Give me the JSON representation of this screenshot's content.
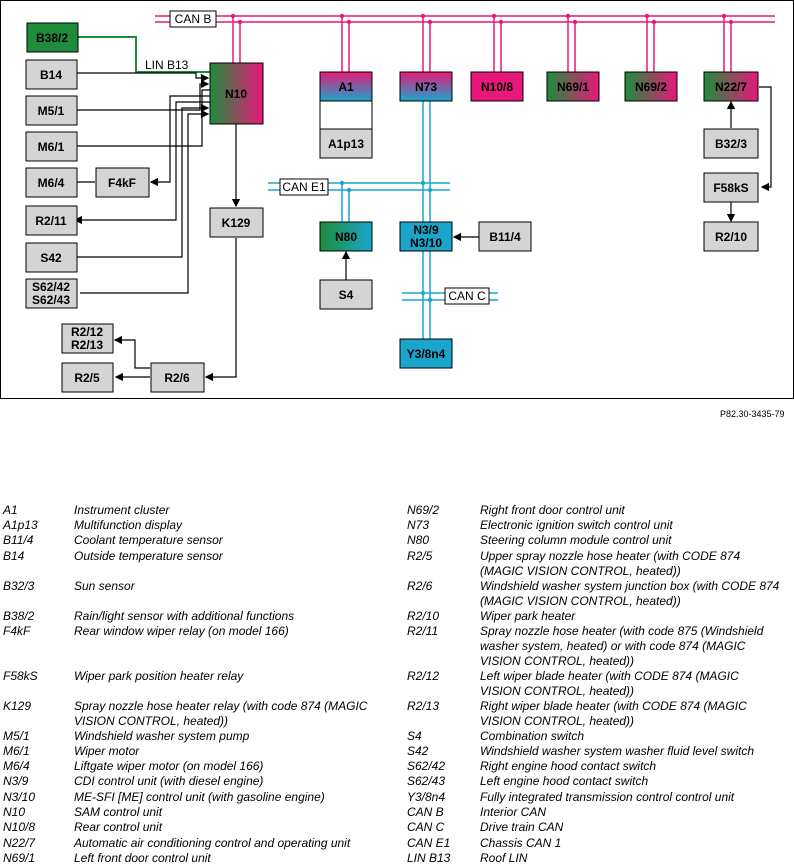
{
  "diagram": {
    "components": {
      "B38_2": "B38/2",
      "B14": "B14",
      "M5_1": "M5/1",
      "M6_1": "M6/1",
      "M6_4": "M6/4",
      "F4kF": "F4kF",
      "R2_11": "R2/11",
      "S42": "S42",
      "S62": "S62/42\nS62/43",
      "N10": "N10",
      "K129": "K129",
      "R2_12": "R2/12\nR2/13",
      "R2_5": "R2/5",
      "R2_6": "R2/6",
      "A1": "A1",
      "A1p13": "A1p13",
      "N73": "N73",
      "N10_8": "N10/8",
      "N69_1": "N69/1",
      "N69_2": "N69/2",
      "N22_7": "N22/7",
      "B32_3": "B32/3",
      "F58kS": "F58kS",
      "R2_10": "R2/10",
      "N80": "N80",
      "N3_9": "N3/9\nN3/10",
      "B11_4": "B11/4",
      "S4": "S4",
      "Y3_8n4": "Y3/8n4"
    },
    "bus_labels": {
      "can_b": "CAN B",
      "can_e1": "CAN E1",
      "can_c": "CAN C",
      "lin_b13": "LIN B13"
    },
    "colors": {
      "can_b": "#e8187a",
      "can_e1": "#1aa6cc",
      "lin": "#1e8c3a"
    }
  },
  "figure_ref": "P82.30-3435-79",
  "legend": {
    "left": [
      {
        "code": "A1",
        "desc": "Instrument cluster"
      },
      {
        "code": "A1p13",
        "desc": "Multifunction display"
      },
      {
        "code": "B11/4",
        "desc": "Coolant temperature sensor"
      },
      {
        "code": "B14",
        "desc": "Outside temperature sensor"
      },
      {
        "code": "B32/3",
        "desc": "Sun sensor"
      },
      {
        "code": "B38/2",
        "desc": "Rain/light sensor with additional functions"
      },
      {
        "code": "F4kF",
        "desc": "Rear window wiper relay (on model 166)"
      },
      {
        "code": "F58kS",
        "desc": "Wiper park position heater relay"
      },
      {
        "code": "K129",
        "desc": "Spray nozzle hose heater relay (with code 874 (MAGIC VISION CONTROL, heated))"
      },
      {
        "code": "M5/1",
        "desc": "Windshield washer system pump"
      },
      {
        "code": "M6/1",
        "desc": "Wiper motor"
      },
      {
        "code": "M6/4",
        "desc": "Liftgate wiper motor (on model 166)"
      },
      {
        "code": "N3/9",
        "desc": "CDI control unit (with diesel engine)"
      },
      {
        "code": "N3/10",
        "desc": "ME-SFI [ME] control unit (with gasoline engine)"
      },
      {
        "code": "N10",
        "desc": "SAM control unit"
      },
      {
        "code": "N10/8",
        "desc": "Rear control unit"
      },
      {
        "code": "N22/7",
        "desc": "Automatic air conditioning control and operating unit"
      },
      {
        "code": "N69/1",
        "desc": "Left front door control unit"
      }
    ],
    "right": [
      {
        "code": "N69/2",
        "desc": "Right front door control unit"
      },
      {
        "code": "N73",
        "desc": "Electronic ignition switch control unit"
      },
      {
        "code": "N80",
        "desc": "Steering column module control unit"
      },
      {
        "code": "R2/5",
        "desc": "Upper spray nozzle hose heater (with CODE 874 (MAGIC VISION CONTROL, heated))"
      },
      {
        "code": "R2/6",
        "desc": "Windshield washer system junction box (with CODE 874 (MAGIC VISION CONTROL, heated))"
      },
      {
        "code": "R2/10",
        "desc": "Wiper park heater"
      },
      {
        "code": "R2/11",
        "desc": "Spray nozzle hose heater (with code 875 (Windshield washer system, heated) or with code 874 (MAGIC VISION CONTROL, heated))"
      },
      {
        "code": "R2/12",
        "desc": "Left wiper blade heater (with CODE 874 (MAGIC VISION CONTROL, heated))"
      },
      {
        "code": "R2/13",
        "desc": "Right wiper blade heater (with CODE 874 (MAGIC VISION CONTROL, heated))"
      },
      {
        "code": "S4",
        "desc": "Combination switch"
      },
      {
        "code": "S42",
        "desc": "Windshield washer system washer fluid level switch"
      },
      {
        "code": "S62/42",
        "desc": "Right engine hood contact switch"
      },
      {
        "code": "S62/43",
        "desc": "Left engine hood contact switch"
      },
      {
        "code": "Y3/8n4",
        "desc": "Fully integrated transmission control control unit"
      },
      {
        "code": "CAN B",
        "desc": "Interior CAN"
      },
      {
        "code": "CAN C",
        "desc": "Drive train CAN"
      },
      {
        "code": "CAN E1",
        "desc": "Chassis CAN 1"
      },
      {
        "code": "LIN B13",
        "desc": "Roof LIN"
      }
    ]
  }
}
